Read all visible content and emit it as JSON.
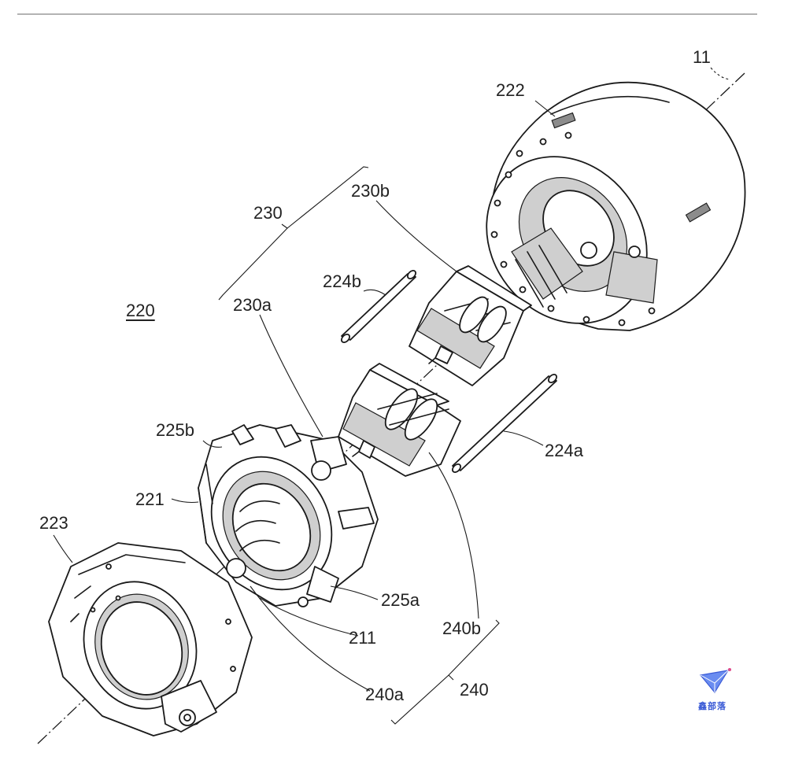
{
  "labels": {
    "axis": "11",
    "barrel": "222",
    "group_230": "230",
    "part_230b": "230b",
    "rod_224b": "224b",
    "part_230a": "230a",
    "assembly": "220",
    "part_225b": "225b",
    "body_221": "221",
    "ring_223": "223",
    "rod_224a": "224a",
    "part_225a": "225a",
    "part_211": "211",
    "part_240b": "240b",
    "part_240a": "240a",
    "group_240": "240"
  },
  "watermark": {
    "text": "鑫部落",
    "icon": "diamond-logo-icon",
    "color": "#3b5bd6"
  },
  "colors": {
    "line": "#1a1a1a",
    "background": "#ffffff",
    "shade": "#cfcfcf"
  }
}
